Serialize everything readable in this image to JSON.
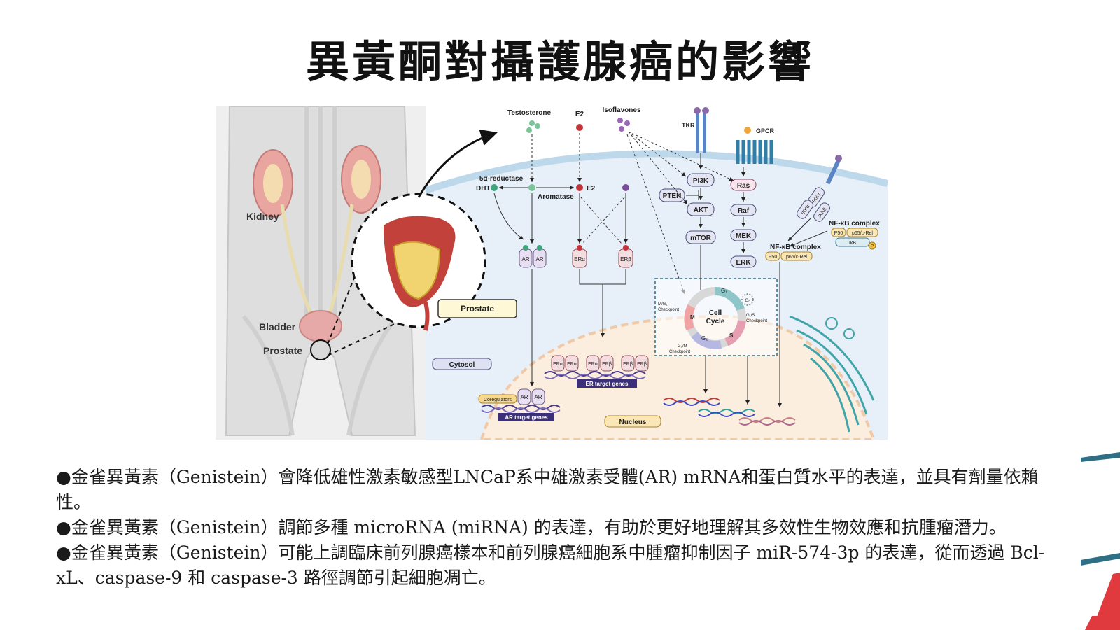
{
  "slide": {
    "title": "異黃酮對攝護腺癌的影響"
  },
  "figure": {
    "body_labels": {
      "kidney": "Kidney",
      "bladder": "Bladder",
      "prostate": "Prostate",
      "prostate_callout": "Prostate"
    },
    "ligands": {
      "testosterone": "Testosterone",
      "e2_top": "E2",
      "isoflavones": "Isoflavones"
    },
    "enzymes": {
      "reductase": "5α-reductase",
      "aromatase": "Aromatase",
      "dht": "DHT",
      "e2_mid": "E2"
    },
    "receptors": {
      "ar1": "AR",
      "ar2": "AR",
      "era": "ERα",
      "erb": "ERβ"
    },
    "membrane": {
      "tkr": "TKR",
      "gpcr": "GPCR"
    },
    "pi3k_path": {
      "pi3k": "PI3K",
      "pten": "PTEN",
      "akt": "AKT",
      "mtor": "mTOR"
    },
    "mapk_path": {
      "ras": "Ras",
      "raf": "Raf",
      "mek": "MEK",
      "erk": "ERK"
    },
    "ikk": {
      "ikkg": "IKKγ",
      "ikka": "IKKα",
      "ikkb": "IKKβ"
    },
    "nfkb": {
      "complex_top": "NF-κB complex",
      "complex_mid": "NF-κB complex",
      "p50a": "P50",
      "p65a": "p65/c-Rel",
      "ikb": "IκB",
      "p_badge": "P",
      "p50b": "P50",
      "p65b": "p65/c-Rel"
    },
    "cell_cycle": {
      "center1": "Cell",
      "center2": "Cycle",
      "g1": "G₁",
      "g0": "G₀",
      "s": "S",
      "g2": "G₂",
      "m": "M",
      "mg1": "M/G₁",
      "mg1b": "Checkpoint",
      "g1s": "G₁/S",
      "g1sb": "Checkpoint",
      "g2m": "G₂/M",
      "g2mb": "Checkpoint"
    },
    "nucleus": {
      "cytosol": "Cytosol",
      "nucleus": "Nucleus",
      "coregulators": "Coregulators",
      "ar_target": "AR target genes",
      "er_target": "ER target genes",
      "dimers": [
        "ERα",
        "ERα",
        "ERα",
        "ERβ",
        "ERβ",
        "ERβ"
      ],
      "nuc_ar1": "AR",
      "nuc_ar2": "AR"
    }
  },
  "bullets": [
    {
      "marker": "●",
      "text": "金雀異黃素（Genistein）會降低雄性激素敏感型LNCaP系中雄激素受體(AR) mRNA和蛋白質水平的表達，並具有劑量依賴性。"
    },
    {
      "marker": "●",
      "text": "金雀異黃素（Genistein）調節多種 microRNA (miRNA) 的表達，有助於更好地理解其多效性生物效應和抗腫瘤潛力。"
    },
    {
      "marker": "●",
      "text": "金雀異黃素（Genistein）可能上調臨床前列腺癌樣本和前列腺癌細胞系中腫瘤抑制因子 miR-574-3p 的表達，從而透過 Bcl-xL、caspase-9 和 caspase-3 路徑調節引起細胞凋亡。"
    }
  ],
  "colors": {
    "accent_teal": "#2f6f86",
    "accent_red": "#e0393e",
    "membrane": "#bcd8ea",
    "cytosol": "#e8f1fa",
    "nucleus": "#fbeede"
  }
}
